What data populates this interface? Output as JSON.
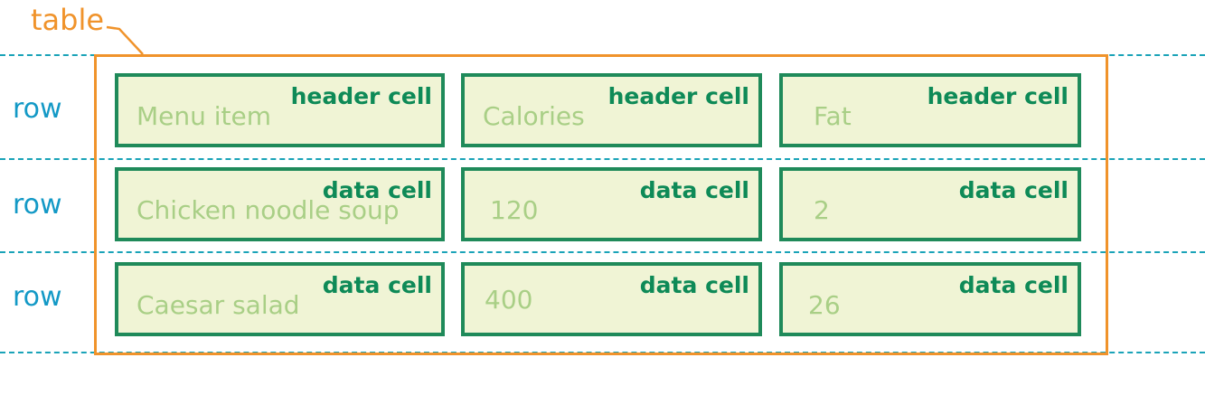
{
  "colors": {
    "table_outline": "#f0932b",
    "row_guide": "#1aa3b8",
    "row_label": "#1399c6",
    "cell_border": "#1f8a5a",
    "cell_fill": "#f0f4d5",
    "cell_type_text": "#0e8a57",
    "cell_value_text": "#a9cf86"
  },
  "table_label": "table",
  "row_labels": [
    "row",
    "row",
    "row"
  ],
  "rows": [
    {
      "cells": [
        {
          "type": "header cell",
          "value": "Menu item"
        },
        {
          "type": "header cell",
          "value": "Calories"
        },
        {
          "type": "header cell",
          "value": "Fat"
        }
      ]
    },
    {
      "cells": [
        {
          "type": "data cell",
          "value": "Chicken noodle soup"
        },
        {
          "type": "data cell",
          "value": "120"
        },
        {
          "type": "data cell",
          "value": "2"
        }
      ]
    },
    {
      "cells": [
        {
          "type": "data cell",
          "value": "Caesar salad"
        },
        {
          "type": "data cell",
          "value": "400"
        },
        {
          "type": "data cell",
          "value": "26"
        }
      ]
    }
  ]
}
